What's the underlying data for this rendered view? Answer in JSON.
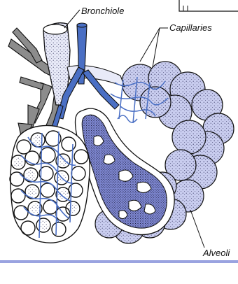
{
  "labels": {
    "bronchiole": "Bronchiole",
    "capillaries": "Capillaries",
    "alveoli": "Alveoli"
  },
  "colors": {
    "vein_blue": "#4a6fc4",
    "alveolus_lavender": "#c9cdef",
    "alveolus_section": "#7d86cf",
    "airway_gray": "#8c8c8c",
    "bronchiole_tube": "#e8eaf8",
    "footer_bar": "#9aa3e0",
    "outline": "#111111"
  }
}
